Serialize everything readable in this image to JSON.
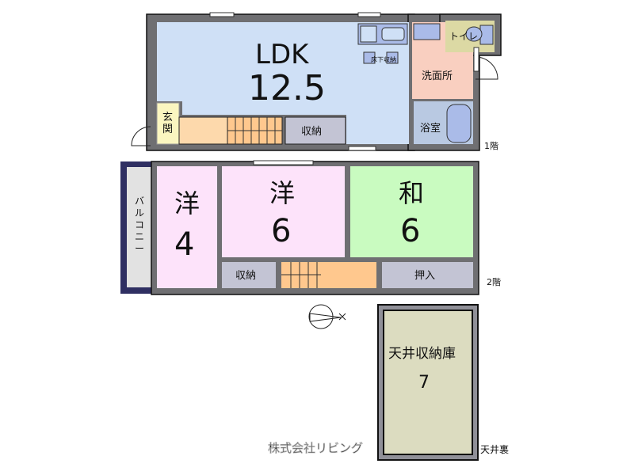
{
  "floor1": {
    "label": "1階",
    "ldk": {
      "name": "LDK",
      "size": "12.5"
    },
    "genkan": [
      "玄",
      "関"
    ],
    "storage": "収納",
    "washroom": "洗面所",
    "toilet": "トイレ",
    "bath": "浴室",
    "underfloor": "床下収納"
  },
  "floor2": {
    "label": "2階",
    "balcony": [
      "バ",
      "ル",
      "コ",
      "ニ",
      "ー"
    ],
    "western_room_1": {
      "name": "洋",
      "size": "4"
    },
    "western_room_2": {
      "name": "洋",
      "size": "6"
    },
    "japanese_room": {
      "name": "和",
      "size": "6"
    },
    "storage": "収納",
    "closet": "押入"
  },
  "attic": {
    "label": "天井裏",
    "storage": {
      "name": "天井収納庫",
      "size": "7"
    }
  },
  "watermark": "株式会社リビング",
  "colors": {
    "ldk": "#cfe0f6",
    "hall": "#fdd9ac",
    "stairs": "#ffc88e",
    "storage": "#c3c4d4",
    "washroom": "#f9cfc0",
    "toilet": "#dcd9a4",
    "bath": "#b9c9e2",
    "western": "#fde3fa",
    "japanese": "#c9fbc0",
    "attic": "#dcdcc0",
    "balcony_frame": "#2f2f62"
  }
}
